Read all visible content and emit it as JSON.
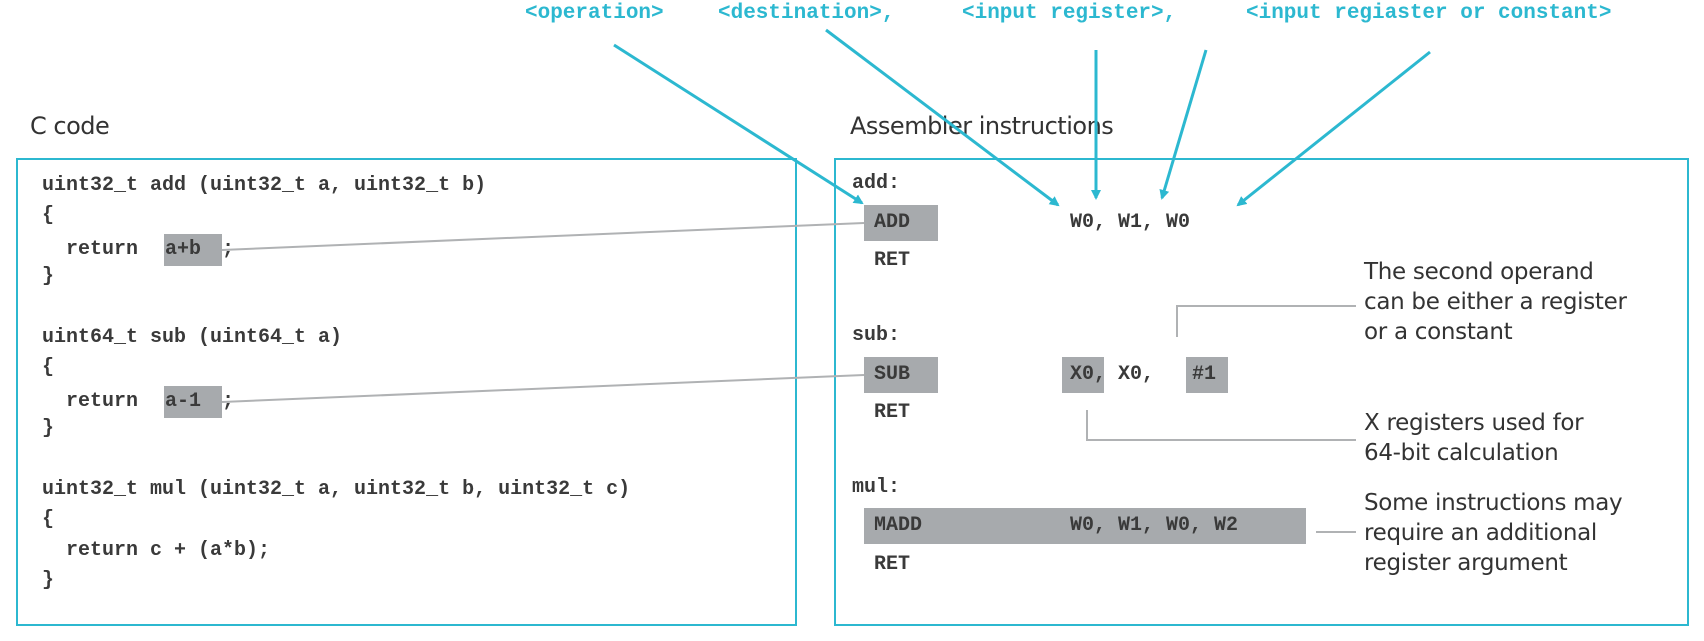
{
  "top_labels": {
    "operation": "<operation>",
    "destination": "<destination>,",
    "input_register": "<input register>,",
    "input_register_or_constant": "<input regiaster or constant>"
  },
  "c_panel": {
    "heading": "C code",
    "lines": [
      "uint32_t add (uint32_t a, uint32_t b)",
      "{",
      "  return ",
      "}",
      "uint64_t sub (uint64_t a)",
      "{",
      "  return ",
      "}",
      "uint32_t mul (uint32_t a, uint32_t b, uint32_t c)",
      "{",
      "  return c + (a*b);",
      "}"
    ],
    "add_expr": "a+b",
    "sub_expr": "a-1",
    "semicolon": ";"
  },
  "asm_panel": {
    "heading": "Assembler instructions",
    "add_label": "add:",
    "add_op": "ADD",
    "add_operands": "W0, W1, W0",
    "add_ret": "RET",
    "sub_label": "sub:",
    "sub_op": "SUB",
    "sub_operand_dest": "X0",
    "sub_operand_mid": ", X0, ",
    "sub_operand_const": "#1",
    "sub_ret": "RET",
    "mul_label": "mul:",
    "mul_op": "MADD",
    "mul_operands": "W0, W1, W0, W2",
    "mul_ret": "RET"
  },
  "annotations": {
    "second_operand": [
      "The second operand",
      "can be either a register",
      "or a constant"
    ],
    "x_registers": [
      "X registers used for",
      "64-bit calculation"
    ],
    "additional_register": [
      "Some instructions may",
      "require an additional",
      "register argument"
    ]
  },
  "colors": {
    "accent": "#2cb8d0",
    "highlight": "#a7aaad",
    "text": "#3a3a3a",
    "connector": "#b0b2b4"
  }
}
